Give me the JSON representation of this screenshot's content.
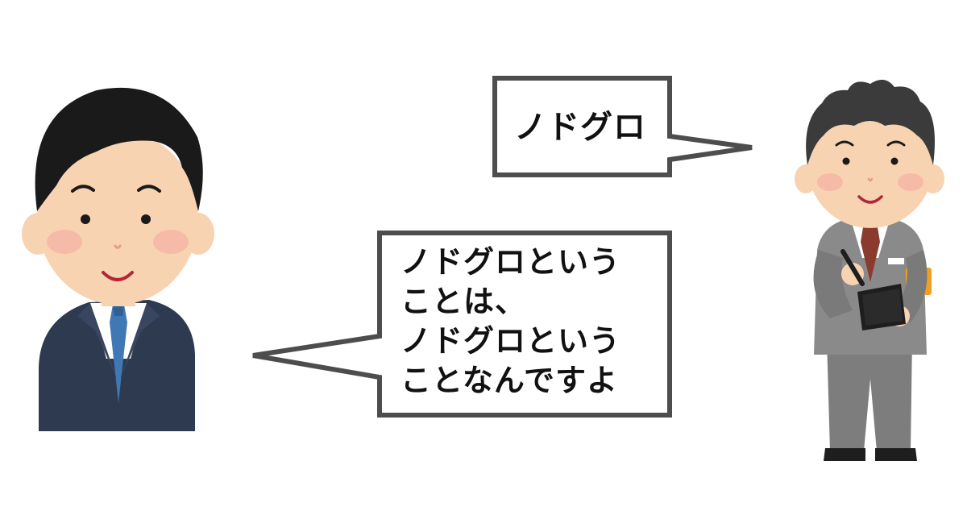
{
  "scene": {
    "background_color": "#ffffff",
    "characters": [
      {
        "role": "listener",
        "description_icon": "businessman-icon",
        "suit_color": "#2e3a4f",
        "tie_color": "#3f78b4"
      },
      {
        "role": "speaker",
        "description_icon": "salesman-with-notebook-icon",
        "suit_color": "#7d7d7d",
        "tie_color": "#8a3b2e",
        "armband_color": "#f0a020"
      }
    ]
  },
  "bubbles": {
    "small": {
      "text": "ノドグロ"
    },
    "large": {
      "lines": [
        "ノドグロという",
        "ことは、",
        "ノドグロという",
        "ことなんですよ"
      ]
    }
  }
}
